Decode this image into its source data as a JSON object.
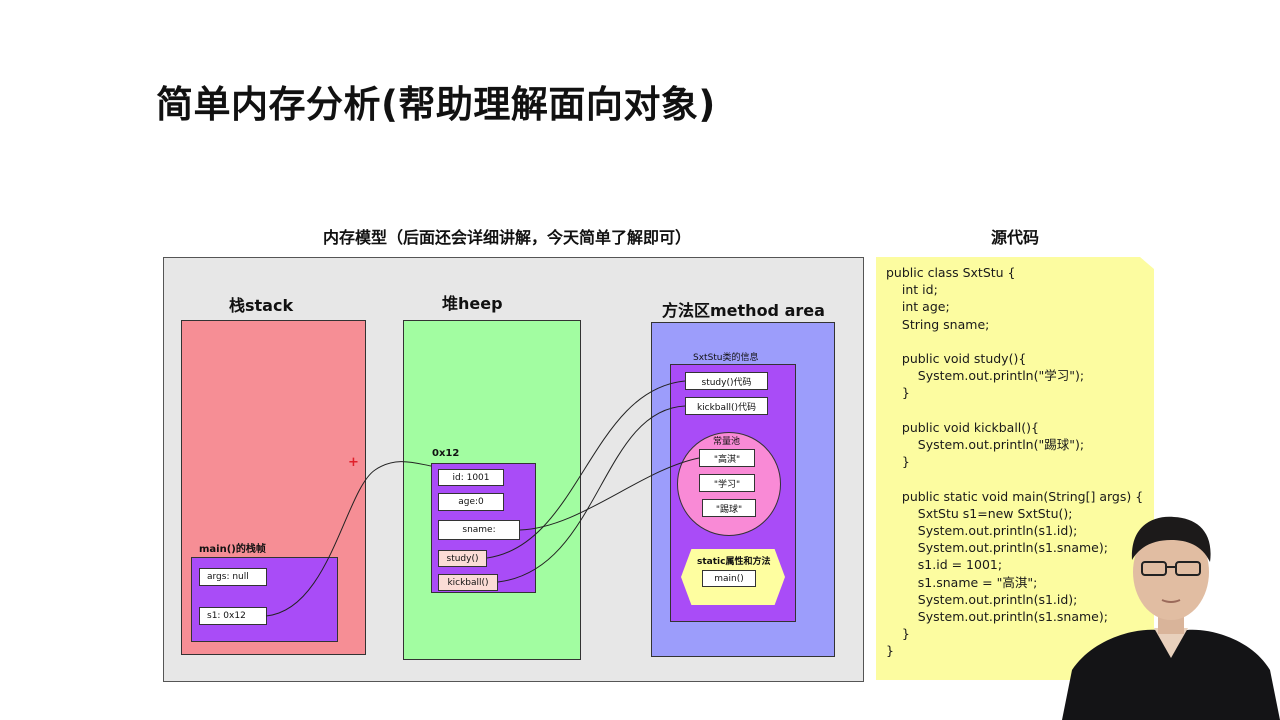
{
  "title": "简单内存分析(帮助理解面向对象)",
  "diagram_title": "内存模型（后面还会详细讲解，今天简单了解即可）",
  "code_title": "源代码",
  "stack": {
    "label": "栈stack",
    "frame_label": "main()的栈帧",
    "cells": [
      "args: null",
      "s1:  0x12"
    ]
  },
  "heap": {
    "label": "堆heep",
    "address": "0x12",
    "fields": [
      "id:  1001",
      "age:0",
      "sname:"
    ],
    "methods": [
      "study()",
      "kickball()"
    ]
  },
  "method_area": {
    "label": "方法区method area",
    "class_info_label": "SxtStu类的信息",
    "code_items": [
      "study()代码",
      "kickball()代码"
    ],
    "pool_label": "常量池",
    "constants": [
      "\"高淇\"",
      "\"学习\"",
      "\"踢球\""
    ],
    "static_label": "static属性和方法",
    "static_items": [
      "main()"
    ]
  },
  "source_code": [
    "public class SxtStu {",
    "    int id;",
    "    int age;",
    "    String sname;",
    "",
    "    public void study(){",
    "        System.out.println(\"学习\");",
    "    }",
    "",
    "    public void kickball(){",
    "        System.out.println(\"踢球\");",
    "    }",
    "",
    "    public static void main(String[] args) {",
    "        SxtStu s1=new SxtStu();",
    "        System.out.println(s1.id);",
    "        System.out.println(s1.sname);",
    "        s1.id = 1001;",
    "        s1.sname = \"高淇\";",
    "        System.out.println(s1.id);",
    "        System.out.println(s1.sname);",
    "    }",
    "}"
  ],
  "colors": {
    "stack": "#f68e95",
    "heap": "#a2fda1",
    "method_area": "#9c9dfb",
    "inner": "#a94cf7",
    "pool": "#f98ad6",
    "static": "#fefea0",
    "code_bg": "#fcfca0"
  }
}
